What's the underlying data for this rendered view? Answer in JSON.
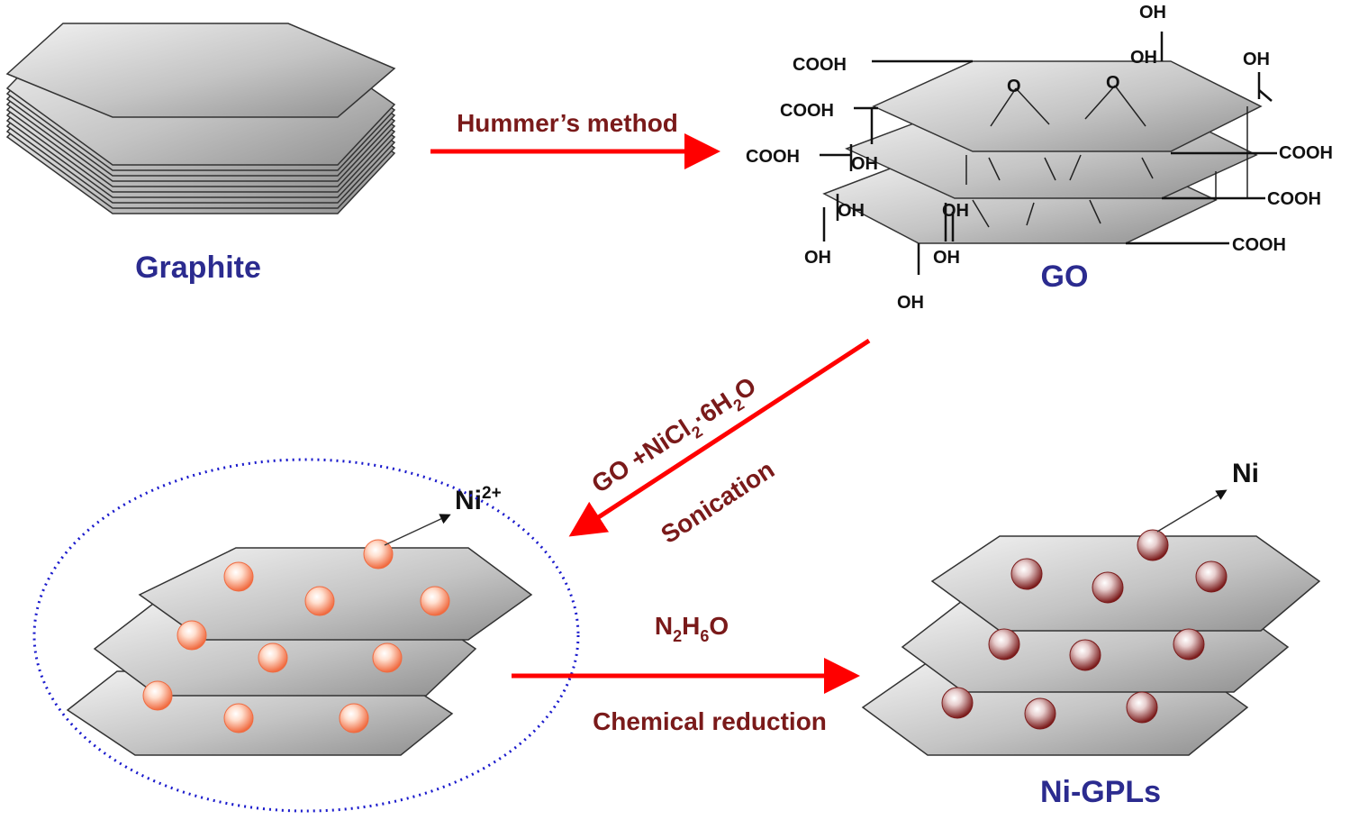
{
  "labels": {
    "graphite": "Graphite",
    "go": "GO",
    "ni_gpls": "Ni-GPLs"
  },
  "steps": {
    "hummers": "Hummer’s method",
    "sonication_reagent_parts": [
      "GO +NiCl",
      "2",
      "·6H",
      "2",
      "O"
    ],
    "sonication": "Sonication",
    "reducing_agent_parts": [
      "N",
      "2",
      "H",
      "6",
      "O"
    ],
    "chemical_reduction": "Chemical reduction"
  },
  "ions": {
    "ni2_base": "Ni",
    "ni2_charge": "2+",
    "ni": "Ni"
  },
  "functional_groups": {
    "cooh": "COOH",
    "oh": "OH",
    "epoxide": "O"
  },
  "colors": {
    "arrow": "#ff0000",
    "title_text": "#2b2b8f",
    "step_text": "#7a1a1a",
    "sheet_fill": "#bdbdbd",
    "ni2_particle": "#f07048",
    "ni_particle": "#7a1a1a",
    "dotted_circle": "#1a1acc"
  }
}
